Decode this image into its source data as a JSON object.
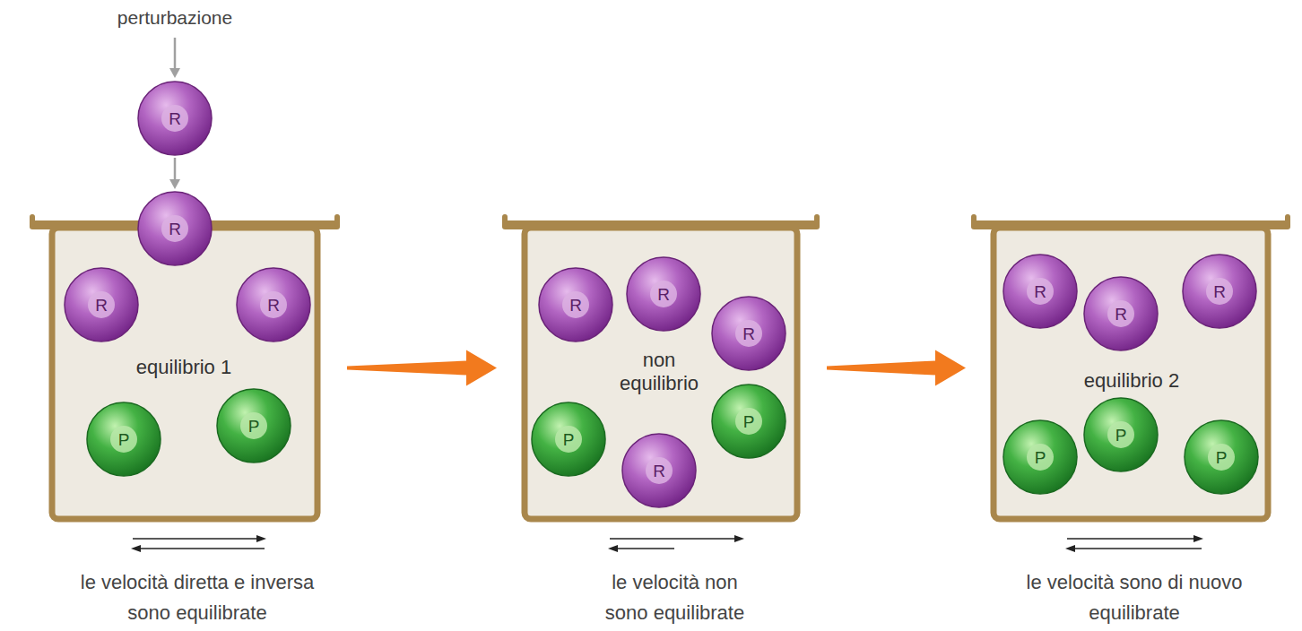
{
  "diagram": {
    "nodes": [
      {
        "text": [
          "R"
        ]
      },
      {
        "text": [
          "R"
        ]
      },
      {
        "text": [
          "equilibrio 1"
        ]
      },
      {
        "text": [
          "R"
        ],
        "in": 2
      },
      {
        "text": [
          "R"
        ],
        "in": 2
      },
      {
        "text": [
          "P"
        ],
        "in": 2
      },
      {
        "text": [
          "P"
        ],
        "in": 2
      },
      {
        "text": [
          "non equilibrio"
        ]
      },
      {
        "text": [
          "R"
        ],
        "in": 7
      },
      {
        "text": [
          "R"
        ],
        "in": 7
      },
      {
        "text": [
          "R"
        ],
        "in": 7
      },
      {
        "text": [
          "P"
        ],
        "in": 7
      },
      {
        "text": [
          "P"
        ],
        "in": 7
      },
      {
        "text": [
          "R"
        ],
        "in": 7
      },
      {
        "text": [
          "equilibrio 2"
        ]
      },
      {
        "text": [
          "R"
        ],
        "in": 14
      },
      {
        "text": [
          "R"
        ],
        "in": 14
      },
      {
        "text": [
          "R"
        ],
        "in": 14
      },
      {
        "text": [
          "P"
        ],
        "in": 14
      },
      {
        "text": [
          "P"
        ],
        "in": 14
      },
      {
        "text": [
          "P"
        ],
        "in": 14
      }
    ],
    "edges": [
      {
        "from": 0,
        "to": 1,
        "arrow": "to"
      },
      {
        "from": 2,
        "to": 7,
        "arrow": "to"
      },
      {
        "from": 7,
        "to": 14,
        "arrow": "to"
      }
    ],
    "labels": [
      "perturbazione",
      "le velocità diretta e inversa sono equilibrate",
      "le velocità non sono equilibrate",
      "le velocità sono di nuovo equilibrate"
    ]
  }
}
